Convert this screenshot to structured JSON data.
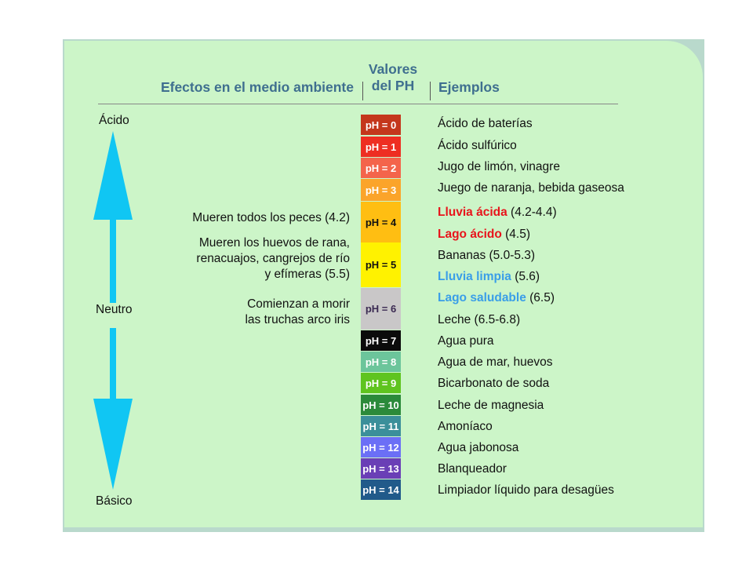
{
  "header": {
    "effects": "Efectos en el medio ambiente",
    "values_line1": "Valores",
    "values_line2": "del PH",
    "examples": "Ejemplos"
  },
  "scale": {
    "acid": "Ácido",
    "neutral": "Neutro",
    "basic": "Básico",
    "arrow_color": "#10c6f3"
  },
  "effects": [
    {
      "lines": [
        "Mueren todos los peces (4.2)"
      ]
    },
    {
      "lines": [
        "Mueren los huevos de rana,",
        "renacuajos, cangrejos de río",
        "y efímeras (5.5)"
      ]
    },
    {
      "lines": [
        "Comienzan a morir",
        "las truchas arco iris"
      ]
    }
  ],
  "ph_levels": [
    {
      "label": "pH = 0",
      "color": "#c4371c",
      "text_color": "#ffffff"
    },
    {
      "label": "pH = 1",
      "color": "#ee2e22",
      "text_color": "#ffffff"
    },
    {
      "label": "pH = 2",
      "color": "#f4644b",
      "text_color": "#ffffff"
    },
    {
      "label": "pH = 3",
      "color": "#fba42a",
      "text_color": "#ffffff"
    },
    {
      "label": "pH = 4",
      "color": "#ffbe12",
      "text_color": "#111111"
    },
    {
      "label": "pH = 5",
      "color": "#fff200",
      "text_color": "#111111"
    },
    {
      "label": "pH = 6",
      "color": "#c9c7c8",
      "text_color": "#3b2a52"
    },
    {
      "label": "pH = 7",
      "color": "#0b0b0b",
      "text_color": "#ffffff"
    },
    {
      "label": "pH = 8",
      "color": "#6cc59b",
      "text_color": "#ffffff"
    },
    {
      "label": "pH = 9",
      "color": "#5fc41f",
      "text_color": "#ffffff"
    },
    {
      "label": "pH = 10",
      "color": "#2b8a3a",
      "text_color": "#ffffff"
    },
    {
      "label": "pH = 11",
      "color": "#3b8f9a",
      "text_color": "#ffffff"
    },
    {
      "label": "pH = 12",
      "color": "#6b6ff6",
      "text_color": "#ffffff"
    },
    {
      "label": "pH = 13",
      "color": "#6a3fb6",
      "text_color": "#ffffff"
    },
    {
      "label": "pH = 14",
      "color": "#215a8a",
      "text_color": "#ffffff"
    }
  ],
  "examples": [
    {
      "parts": [
        {
          "text": "Ácido de baterías"
        }
      ]
    },
    {
      "parts": [
        {
          "text": "Ácido sulfúrico"
        }
      ]
    },
    {
      "parts": [
        {
          "text": "Jugo de limón, vinagre"
        }
      ]
    },
    {
      "parts": [
        {
          "text": "Juego de naranja, bebida gaseosa"
        }
      ]
    },
    {
      "parts": [
        {
          "text": "Lluvia ácida",
          "highlight": "#e8141b"
        },
        {
          "text": " (4.2-4.4)"
        }
      ]
    },
    {
      "parts": [
        {
          "text": "Lago ácido",
          "highlight": "#e8141b"
        },
        {
          "text": " (4.5)"
        }
      ]
    },
    {
      "parts": [
        {
          "text": "Bananas (5.0-5.3)"
        }
      ]
    },
    {
      "parts": [
        {
          "text": "Lluvia limpia",
          "highlight": "#3a9ee8"
        },
        {
          "text": " (5.6)"
        }
      ]
    },
    {
      "parts": [
        {
          "text": "Lago saludable",
          "highlight": "#3a9ee8"
        },
        {
          "text": " (6.5)"
        }
      ]
    },
    {
      "parts": [
        {
          "text": "Leche (6.5-6.8)"
        }
      ]
    },
    {
      "parts": [
        {
          "text": "Agua pura"
        }
      ]
    },
    {
      "parts": [
        {
          "text": "Agua de mar, huevos"
        }
      ]
    },
    {
      "parts": [
        {
          "text": "Bicarbonato de soda"
        }
      ]
    },
    {
      "parts": [
        {
          "text": "Leche de magnesia"
        }
      ]
    },
    {
      "parts": [
        {
          "text": "Amoníaco"
        }
      ]
    },
    {
      "parts": [
        {
          "text": "Agua jabonosa"
        }
      ]
    },
    {
      "parts": [
        {
          "text": "Blanqueador"
        }
      ]
    },
    {
      "parts": [
        {
          "text": "Limpiador líquido para desagües"
        }
      ]
    }
  ]
}
